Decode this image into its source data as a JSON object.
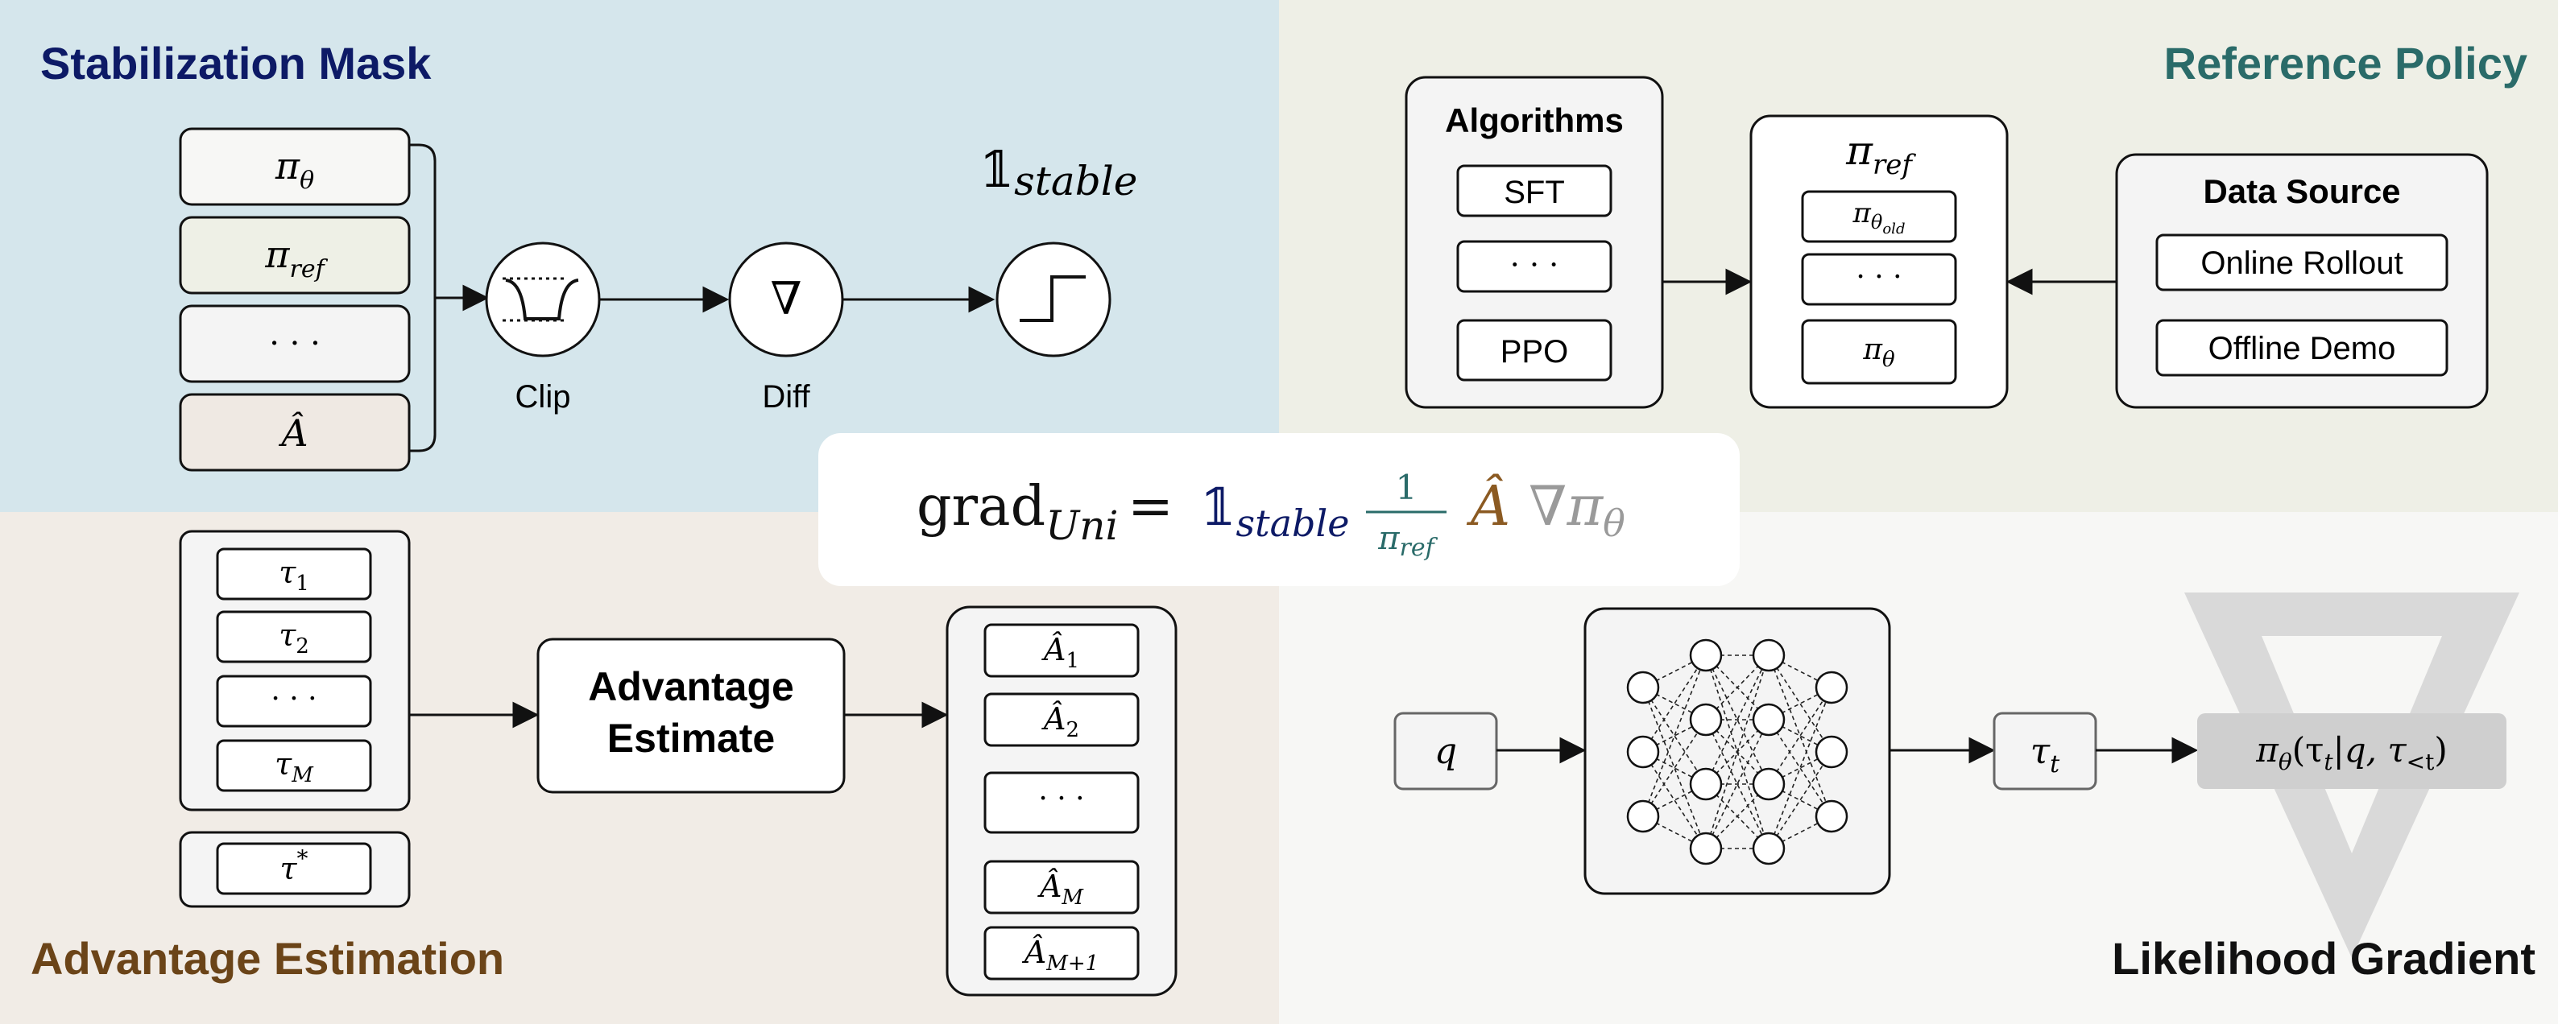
{
  "colors": {
    "q_stab": "#d5e6ec",
    "q_ref": "#eeefe6",
    "q_adv": "#f1ece6",
    "q_lik": "#f7f7f5",
    "stab_title": "#0d1a66",
    "ref_title": "#2a6b69",
    "adv_title": "#6b4418",
    "lik_title": "#111111",
    "line": "#111111",
    "formula_stable": "#0d1a66",
    "formula_ref": "#2a6b69",
    "formula_adv": "#8b5a22",
    "formula_grad": "#9a9a9a",
    "box_pi_theta": "#f7f7f5",
    "box_pi_ref": "#eef0e6",
    "box_dots": "#f4f4f4",
    "box_ahat": "#efe9e3",
    "big_grad_icon": "#d9d9d9",
    "output_box": "#cfcfcf"
  },
  "stabilization": {
    "title": "Stabilization Mask",
    "inputs": [
      {
        "main": "π",
        "sub": "θ"
      },
      {
        "main": "π",
        "sub": "ref"
      },
      {
        "main": "· · ·",
        "sub": ""
      },
      {
        "main": "Â",
        "sub": ""
      }
    ],
    "clip_label": "Clip",
    "diff_label": "Diff",
    "diff_symbol": "∇",
    "indicator": "𝟙",
    "indicator_sub": "stable",
    "icons": [
      "clip-curve-icon",
      "nabla-icon",
      "step-function-icon"
    ]
  },
  "reference": {
    "title": "Reference Policy",
    "algorithms_title": "Algorithms",
    "algorithms": [
      "SFT",
      "· · ·",
      "PPO"
    ],
    "pi_ref_main": "π",
    "pi_ref_sub": "ref",
    "policies": [
      {
        "main": "π",
        "sub": "θ",
        "subsub": "old"
      },
      {
        "main": "· · ·",
        "sub": "",
        "subsub": ""
      },
      {
        "main": "π",
        "sub": "θ",
        "subsub": ""
      }
    ],
    "data_source_title": "Data Source",
    "data_sources": [
      "Online Rollout",
      "Offline Demo"
    ]
  },
  "formula": {
    "lhs": "grad",
    "lhs_sub": "Uni",
    "equals": "=",
    "indicator": "𝟙",
    "indicator_sub": "stable",
    "frac_num": "1",
    "frac_den_main": "π",
    "frac_den_sub": "ref",
    "adv": "Â",
    "grad": "∇π",
    "grad_sub": "θ"
  },
  "advantage": {
    "title": "Advantage Estimation",
    "trajectories": [
      {
        "main": "τ",
        "sub": "1",
        "sup": ""
      },
      {
        "main": "τ",
        "sub": "2",
        "sup": ""
      },
      {
        "main": "· · ·",
        "sub": "",
        "sup": ""
      },
      {
        "main": "τ",
        "sub": "M",
        "sup": ""
      }
    ],
    "expert": {
      "main": "τ",
      "sub": "",
      "sup": "*"
    },
    "estimate_line1": "Advantage",
    "estimate_line2": "Estimate",
    "outputs": [
      {
        "main": "Â",
        "sub": "1"
      },
      {
        "main": "Â",
        "sub": "2"
      },
      {
        "main": "· · ·",
        "sub": ""
      },
      {
        "main": "Â",
        "sub": "M"
      },
      {
        "main": "Â",
        "sub": "M+1"
      }
    ]
  },
  "likelihood": {
    "title": "Likelihood Gradient",
    "query": "q",
    "token_main": "τ",
    "token_sub": "t",
    "output_text": "π",
    "output_sub": "θ",
    "output_args": "(τ",
    "output_args_sub": "t",
    "output_rest": "|q, τ",
    "output_rest_sub": "<t",
    "output_close": ")",
    "network_layers": [
      3,
      4,
      4,
      3
    ],
    "icons": [
      "neural-network-icon",
      "large-nabla-icon"
    ]
  }
}
